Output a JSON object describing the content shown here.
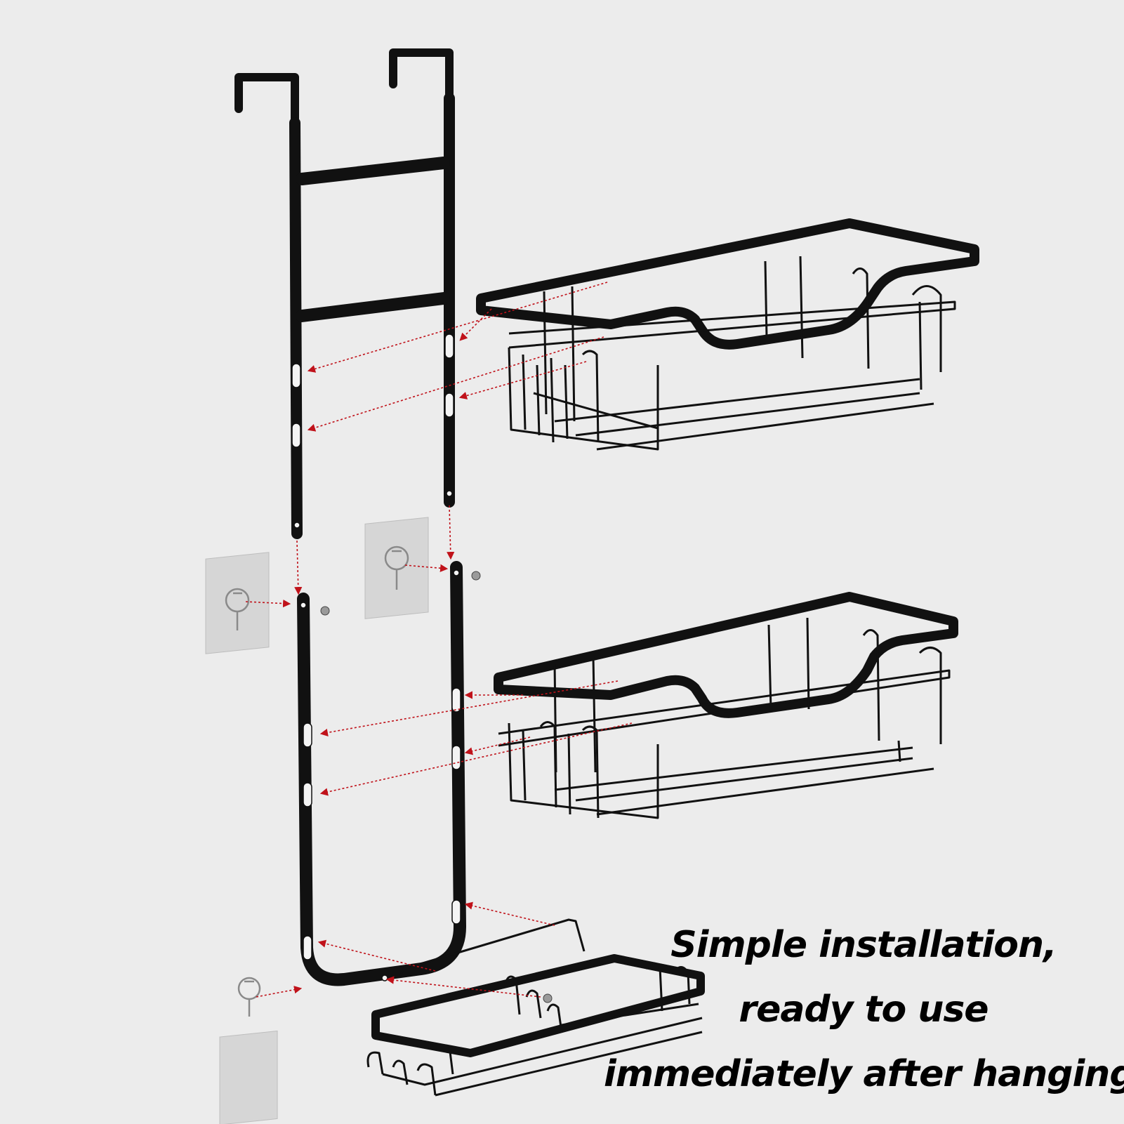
{
  "caption": {
    "line1": "Simple installation,",
    "line2": "ready to use",
    "line3": "immediately after hanging"
  },
  "colors": {
    "background": "#ececec",
    "metal": "#111111",
    "arrow": "#c0121a",
    "adhesive_pad": "#d6d6d6"
  }
}
